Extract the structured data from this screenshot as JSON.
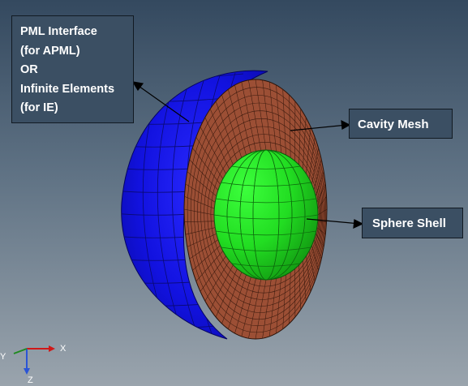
{
  "callouts": {
    "interface_lines": [
      "PML Interface",
      "(for APML)",
      "OR",
      "Infinite Elements",
      "(for IE)"
    ],
    "cavity": "Cavity Mesh",
    "sphere": "Sphere Shell"
  },
  "triad": {
    "x_label": "X",
    "y_label": "Y",
    "z_label": "Z"
  },
  "colors": {
    "outer_shell": "#1212e6",
    "cavity_mesh": "#9c4f35",
    "sphere_shell": "#22d922",
    "mesh_lines": "#2a1208",
    "callout_bg": "#3b4f63"
  }
}
